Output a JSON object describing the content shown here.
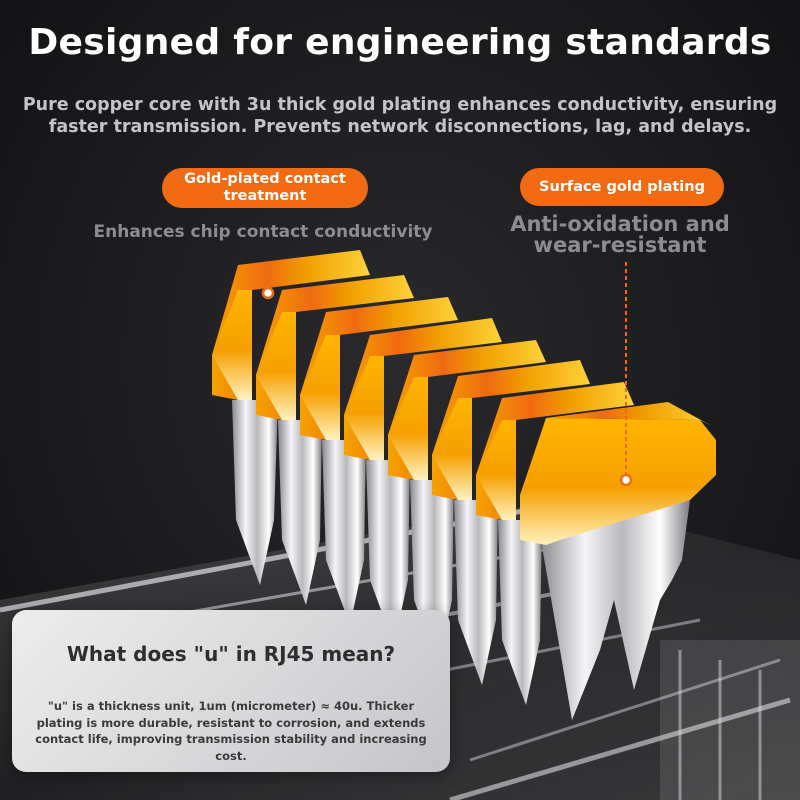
{
  "header": {
    "title": "Designed for engineering standards",
    "description": "Pure copper core with 3u thick gold plating enhances conductivity, ensuring faster transmission. Prevents network disconnections, lag, and delays."
  },
  "callouts": {
    "left": {
      "badge": "Gold-plated contact treatment",
      "caption": "Enhances chip contact conductivity"
    },
    "right": {
      "badge": "Surface gold plating",
      "caption": "Anti-oxidation and wear-resistant"
    }
  },
  "info_card": {
    "title": "What does \"u\" in RJ45 mean?",
    "body": "\"u\" is a thickness unit, 1um (micrometer) ≈ 40u. Thicker plating is more durable, resistant to corrosion, and extends contact life, improving transmission stability and increasing cost."
  },
  "colors": {
    "accent": "#f26a12",
    "gold": "#f4b400",
    "background": "#1b1b1d"
  }
}
